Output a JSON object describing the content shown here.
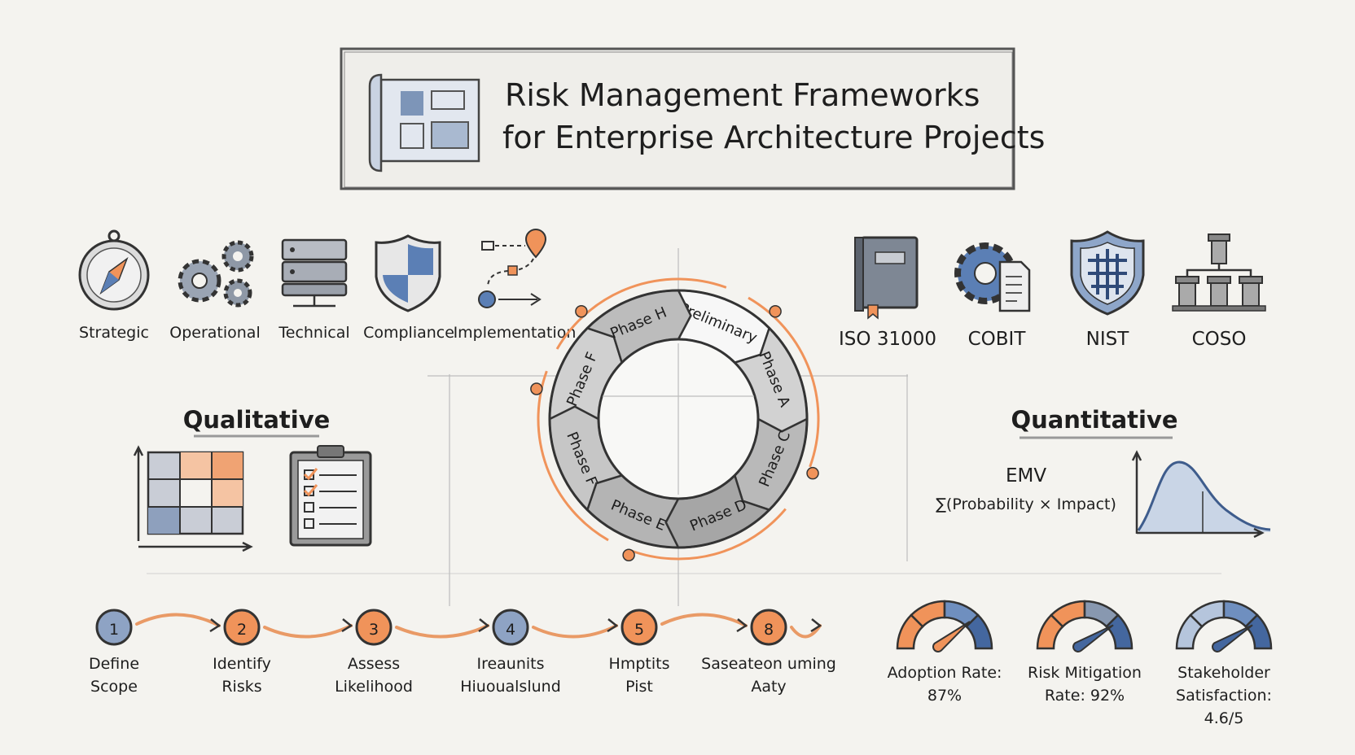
{
  "header": {
    "title_line1": "Risk Management Frameworks",
    "title_line2": "for Enterprise Architecture Projects",
    "icon": "blueprint-icon"
  },
  "colors": {
    "accent_orange": "#f0935a",
    "accent_blue": "#5b7fb5",
    "ring_gray": "#a9a9a9",
    "background": "#f4f3ef"
  },
  "risk_categories": [
    {
      "label": "Strategic",
      "icon": "compass-icon"
    },
    {
      "label": "Operational",
      "icon": "gears-icon"
    },
    {
      "label": "Technical",
      "icon": "server-icon"
    },
    {
      "label": "Compliance",
      "icon": "shield-icon"
    },
    {
      "label": "Implementation",
      "icon": "roadmap-icon"
    }
  ],
  "frameworks": [
    {
      "label": "ISO 31000",
      "icon": "book-icon"
    },
    {
      "label": "COBIT",
      "icon": "gear-document-icon"
    },
    {
      "label": "NIST",
      "icon": "shield-grid-icon"
    },
    {
      "label": "COSO",
      "icon": "pillars-icon"
    }
  ],
  "qualitative": {
    "heading": "Qualitative",
    "icons": [
      "risk-matrix-icon",
      "checklist-icon"
    ]
  },
  "quantitative": {
    "heading": "Quantitative",
    "emv_label": "EMV",
    "formula": "∑(Probability × Impact)",
    "icon": "distribution-curve-icon"
  },
  "cycle": {
    "phases": [
      "Preliminary",
      "Phase A",
      "Phase C",
      "Phase D",
      "Phase E",
      "Phase F",
      "Phase F",
      "Phase H"
    ]
  },
  "process_steps": [
    {
      "number": "1",
      "line1": "Define",
      "line2": "Scope",
      "color": "blue"
    },
    {
      "number": "2",
      "line1": "Identify",
      "line2": "Risks",
      "color": "orange"
    },
    {
      "number": "3",
      "line1": "Assess",
      "line2": "Likelihood",
      "color": "orange"
    },
    {
      "number": "4",
      "line1": "Ireaunits",
      "line2": "Hiuoualslund",
      "color": "blue"
    },
    {
      "number": "5",
      "line1": "Hmptits",
      "line2": "Pist",
      "color": "orange"
    },
    {
      "number": "8",
      "line1": "Saseateon uming",
      "line2": "Aaty",
      "color": "orange"
    }
  ],
  "metrics": [
    {
      "line1": "Adoption Rate:",
      "line2": "87%",
      "value_percent": 87,
      "needle": "orange"
    },
    {
      "line1": "Risk Mitigation",
      "line2": "Rate: 92%",
      "value_percent": 92,
      "needle": "blue"
    },
    {
      "line1": "Stakeholder",
      "line2": "Satisfaction:",
      "line3": "4.6/5",
      "value_percent": 92,
      "needle": "blue"
    }
  ]
}
